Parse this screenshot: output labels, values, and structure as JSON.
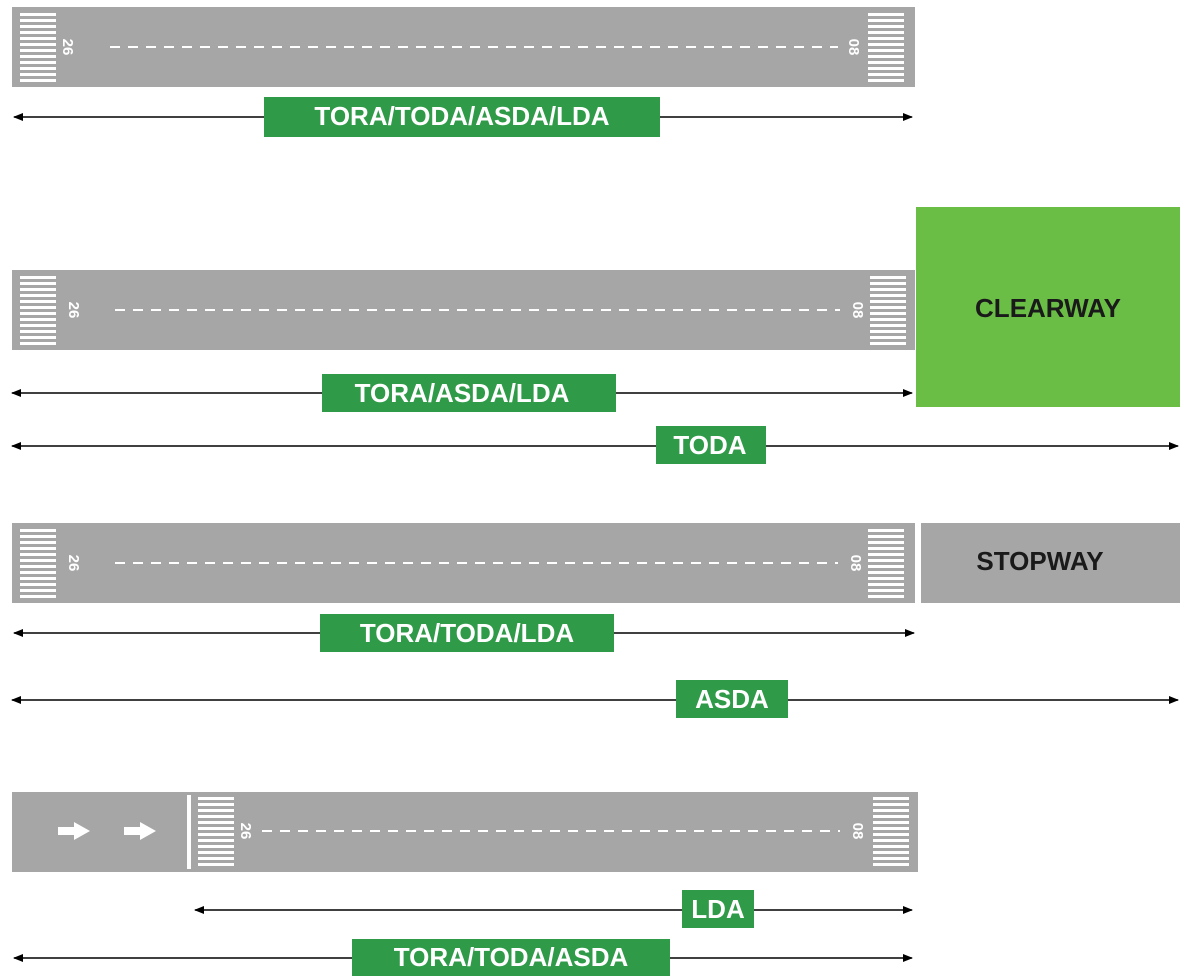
{
  "panels": [
    {
      "id": "basic",
      "runway": {
        "threshold_left": "26",
        "threshold_right": "08"
      },
      "extension": null,
      "distances": [
        {
          "label": "TORA/TODA/ASDA/LDA",
          "color": "#2f9a48"
        }
      ]
    },
    {
      "id": "clearway",
      "runway": {
        "threshold_left": "26",
        "threshold_right": "08"
      },
      "extension": {
        "label": "CLEARWAY",
        "color": "#6abd45"
      },
      "distances": [
        {
          "label": "TORA/ASDA/LDA",
          "color": "#2f9a48"
        },
        {
          "label": "TODA",
          "color": "#2f9a48"
        }
      ]
    },
    {
      "id": "stopway",
      "runway": {
        "threshold_left": "26",
        "threshold_right": "08"
      },
      "extension": {
        "label": "STOPWAY",
        "color": "#a6a6a6"
      },
      "distances": [
        {
          "label": "TORA/TODA/LDA",
          "color": "#2f9a48"
        },
        {
          "label": "ASDA",
          "color": "#2f9a48"
        }
      ]
    },
    {
      "id": "displaced",
      "runway": {
        "threshold_left": "26",
        "threshold_right": "08",
        "displaced_arrows": [
          "arrow-right",
          "arrow-right"
        ]
      },
      "extension": null,
      "distances": [
        {
          "label": "LDA",
          "color": "#2f9a48"
        },
        {
          "label": "TORA/TODA/ASDA",
          "color": "#2f9a48"
        }
      ]
    }
  ],
  "colors": {
    "runway": "#a6a6a6",
    "marking": "#ffffff",
    "arrow": "#000000"
  }
}
